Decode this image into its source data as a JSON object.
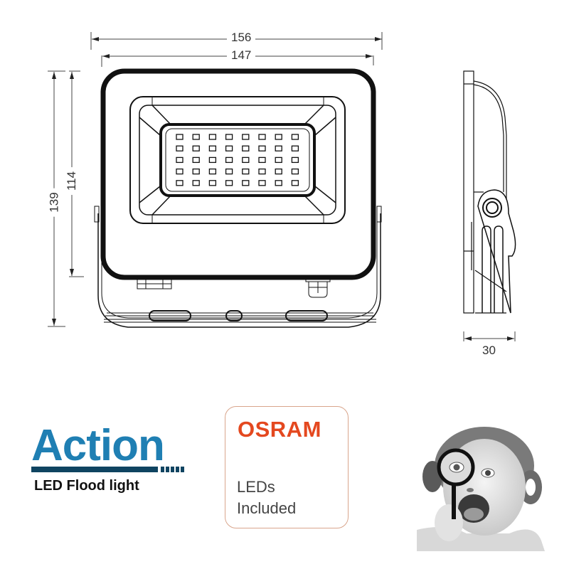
{
  "drawing": {
    "title": "LED flood light technical drawing",
    "units": "mm",
    "front_view": {
      "overall_width": "156",
      "housing_width": "147",
      "overall_height": "139",
      "housing_height": "114",
      "led_grid": {
        "rows": 5,
        "cols": 8
      }
    },
    "side_view": {
      "depth": "30"
    },
    "line_color": "#111111"
  },
  "action_logo": {
    "brand": "Action",
    "subtitle": "LED Flood light",
    "brand_color": "#1f7fb3",
    "bar_color": "#0f4461"
  },
  "osram_badge": {
    "brand": "OSRAM",
    "line1": "LEDs",
    "line2": "Included",
    "brand_color": "#e4481f",
    "border_color": "#d9a58c"
  },
  "photo": {
    "description": "child-with-magnifying-glass"
  }
}
